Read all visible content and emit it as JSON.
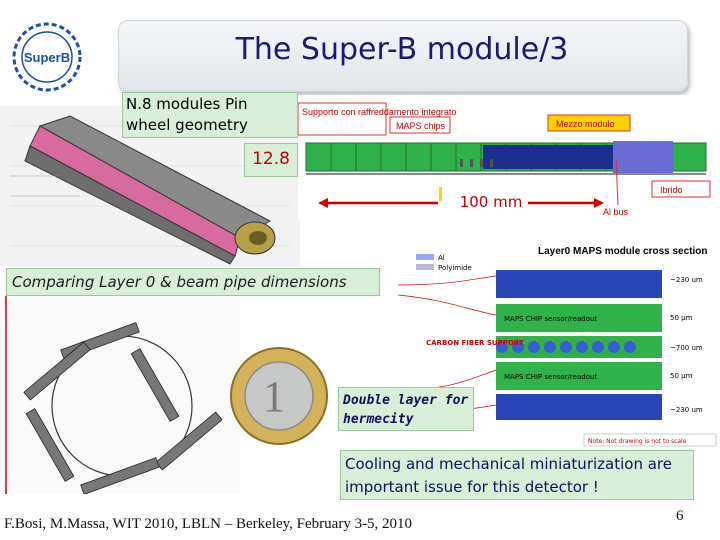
{
  "slide": {
    "title": "The Super-B module/3",
    "logo_text": "SuperB",
    "pin_label": "N.8 modules Pin wheel geometry",
    "length_label": "12.8",
    "width_label": "100 mm",
    "comparison_label": "Comparing Layer 0 & beam pipe dimensions",
    "double_layer_label": "Double layer for hermecity",
    "cooling_label": "Cooling and mechanical miniaturization are important issue for this  detector !",
    "footer": "F.Bosi, M.Massa, WIT 2010, LBLN – Berkeley, February 3-5, 2010",
    "page_number": "6"
  },
  "module_diagram": {
    "callouts": {
      "support": "Supporto con raffreddamento integrato",
      "maps_chips": "MAPS chips",
      "mezzo_modulo": "Mezzo modulo",
      "al_bus": "Al bus",
      "ibrido": "Ibrido"
    }
  },
  "cross_section": {
    "title": "Layer0 MAPS module cross section",
    "legend": [
      "Al",
      "Polyimide"
    ],
    "layers": [
      "MAPS CHIP sensor/readout",
      "CARBON FIBER SUPPORT",
      "MAPS CHIP sensor/readout"
    ],
    "dimensions": [
      "~230 um",
      "50 µm",
      "~700 um",
      "50 µm",
      "~230 um"
    ],
    "note": "Note: Not drawing is not to scale"
  },
  "colors": {
    "title_text": "#1a1a6e",
    "label_box": "#d7efd7",
    "red_accent": "#c00000",
    "chip_green": "#2fb24a"
  }
}
